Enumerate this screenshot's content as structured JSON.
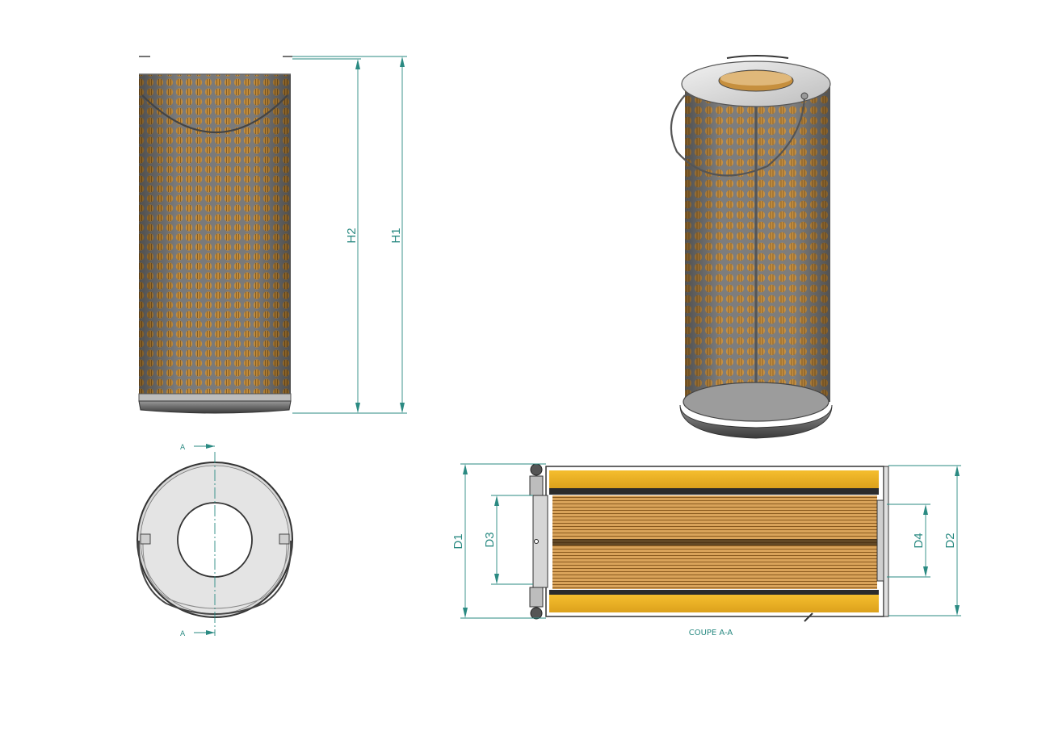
{
  "dimensions": {
    "h1": "H1",
    "h2": "H2",
    "d1": "D1",
    "d2": "D2",
    "d3": "D3",
    "d4": "D4"
  },
  "section": {
    "marker_top": "A",
    "marker_bottom": "A",
    "caption": "COUPE A-A"
  },
  "colors": {
    "dimension_line": "#2a8a82",
    "media_orange": "#f0b321",
    "pleat_brown": "#c9934a",
    "mesh_gray": "#8e8e8e",
    "cap_gray": "#dcdcdc",
    "seal_dark": "#4d4d4d"
  }
}
